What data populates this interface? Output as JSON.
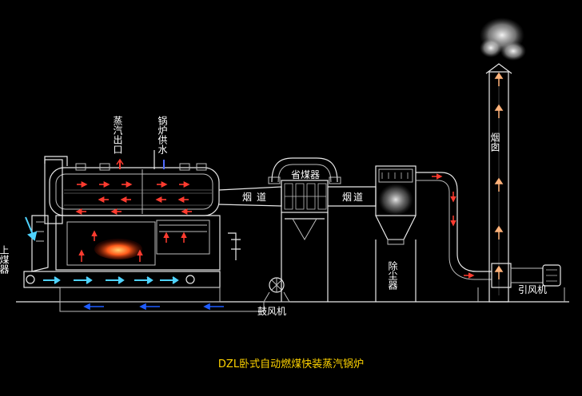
{
  "title": "DZL卧式自动燃煤快装蒸汽锅炉",
  "labels": {
    "steam_outlet": "蒸汽出口",
    "boiler_feed_water": "锅炉供水",
    "coal_hopper": "上煤器",
    "flue_left": "烟道",
    "flue_right": "烟道",
    "economizer": "省煤器",
    "dust_collector": "除尘器",
    "blower": "鼓风机",
    "chimney": "烟囱",
    "induced_fan": "引风机"
  },
  "colors": {
    "background": "#000000",
    "outline": "#e8e8e8",
    "flow_arrow_hot": "#ff3b2f",
    "flow_arrow_warm": "#ffb27a",
    "air_arrow": "#4fd3ff",
    "air_arrow_dark": "#1f5cff",
    "fire": "#ff5a1a",
    "title": "#ffd400"
  }
}
